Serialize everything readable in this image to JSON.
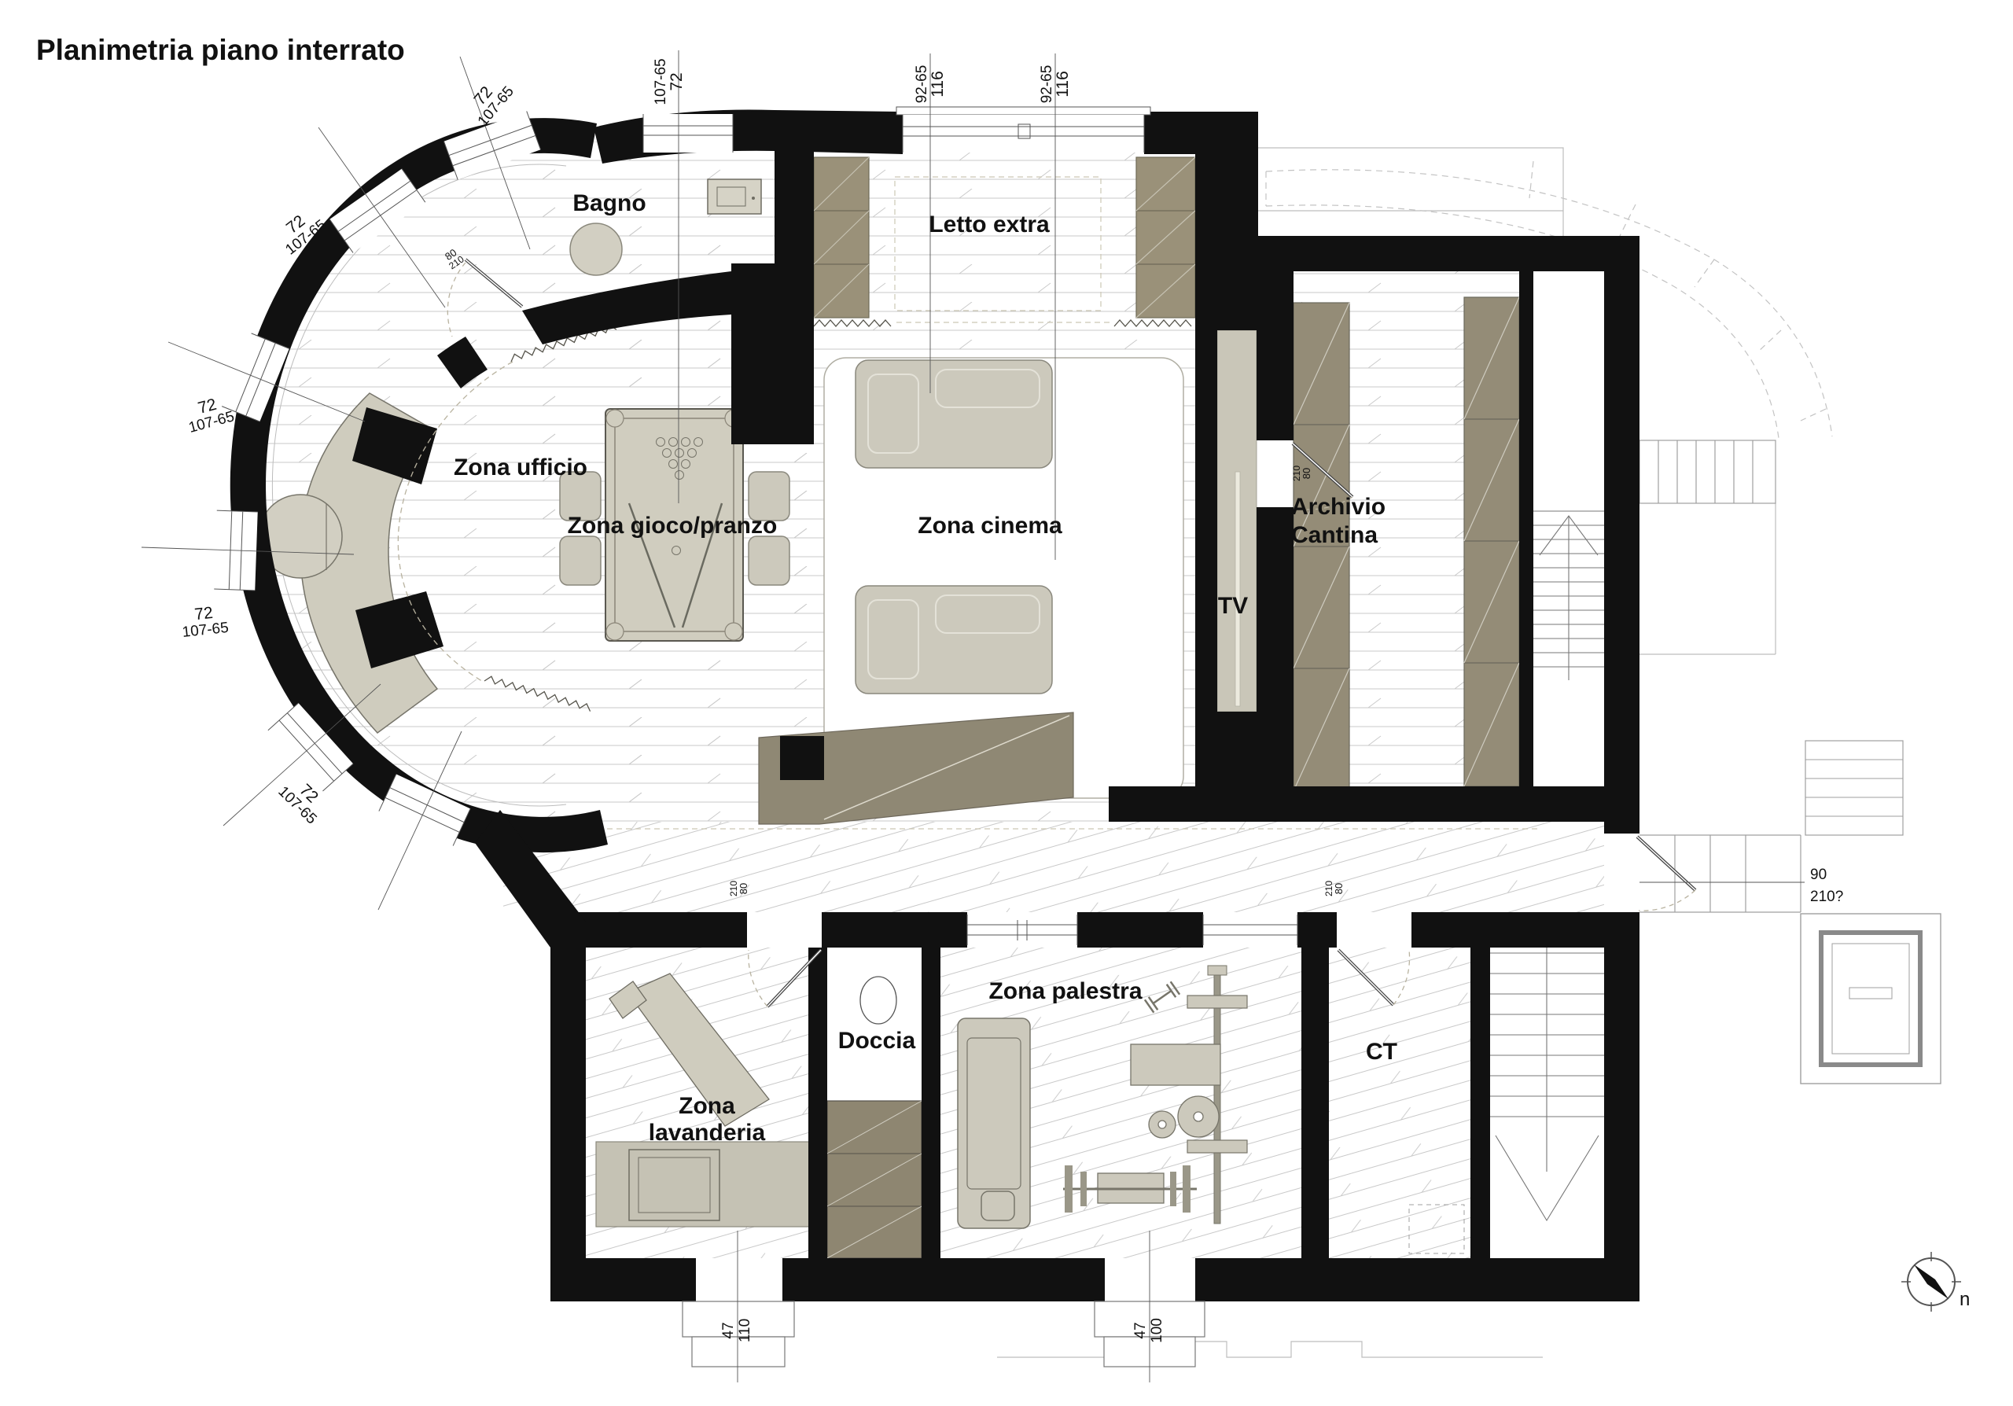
{
  "title": "Planimetria piano interrato",
  "rooms": {
    "bagno": "Bagno",
    "letto_extra": "Letto extra",
    "zona_ufficio": "Zona ufficio",
    "zona_gioco": "Zona gioco/pranzo",
    "zona_cinema": "Zona cinema",
    "archivio_1": "Archivio",
    "archivio_2": "Cantina",
    "tv": "TV",
    "zona_palestra": "Zona palestra",
    "doccia": "Doccia",
    "zona_lavanderia_1": "Zona",
    "zona_lavanderia_2": "lavanderia",
    "ct": "CT"
  },
  "dims": {
    "win72": {
      "value": "72",
      "sub": "107-65"
    },
    "win116": {
      "value": "116",
      "sub": "92-65"
    },
    "door80": {
      "value": "80",
      "sub": "210"
    },
    "exit90": {
      "value": "90",
      "sub": "210?"
    },
    "well110": {
      "value": "110",
      "sub": "47"
    },
    "well100": {
      "value": "100",
      "sub": "47"
    }
  },
  "compass": {
    "label": "n"
  },
  "colors": {
    "wall": "#111111",
    "cabinet_taupe": "#948c77",
    "furniture_beige": "#cfccbe",
    "hatch": "#c9c9c9"
  }
}
